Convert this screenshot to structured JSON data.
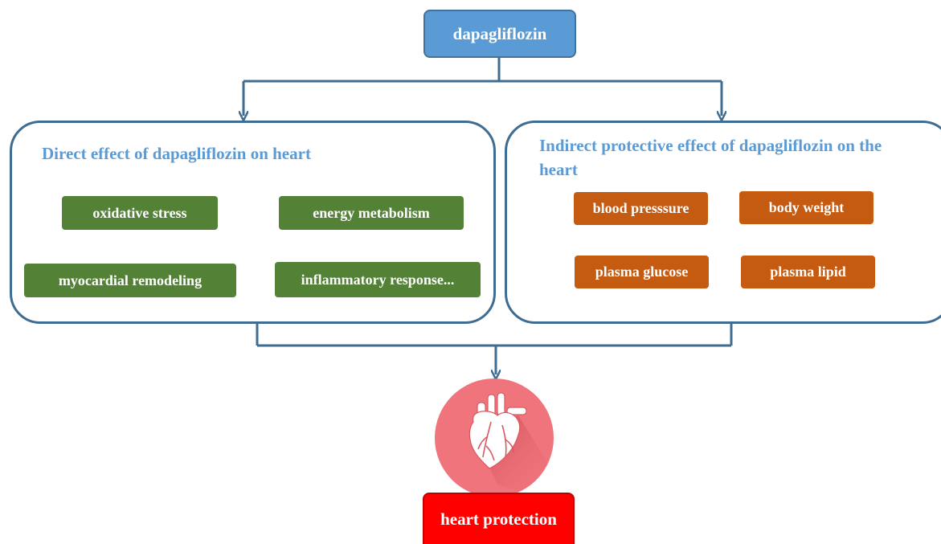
{
  "top_node": {
    "label": "dapagliflozin"
  },
  "direct_panel": {
    "title": "Direct effect of dapagliflozin on heart",
    "items": [
      "oxidative stress",
      "energy metabolism",
      "myocardial remodeling",
      "inflammatory response..."
    ]
  },
  "indirect_panel": {
    "title": "Indirect protective effect of dapagliflozin on the heart",
    "items": [
      "blood presssure",
      "body weight",
      "plasma glucose",
      "plasma lipid"
    ]
  },
  "outcome": {
    "label": "heart protection",
    "icon": "heart-icon"
  },
  "colors": {
    "top_node": "#5b9bd5",
    "panel_border": "#3f6c91",
    "panel_title": "#5b9bd5",
    "direct_item": "#538135",
    "indirect_item": "#c55a11",
    "heart_circle": "#f0747c",
    "outcome": "#ff0000"
  }
}
